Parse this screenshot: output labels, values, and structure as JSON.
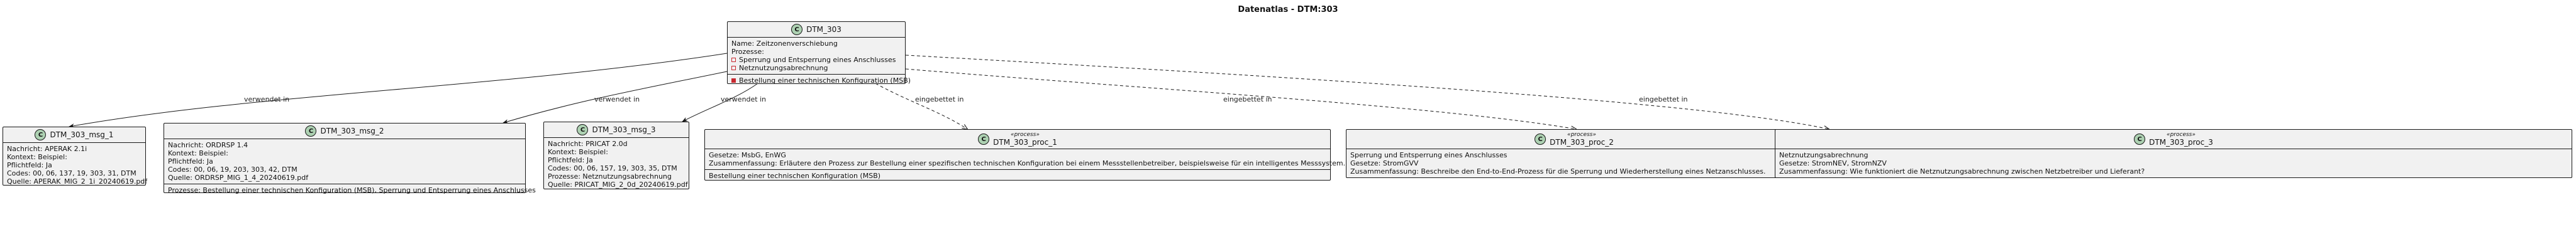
{
  "title": "Datenatlas - DTM:303",
  "main": {
    "name": "DTM_303",
    "attrs": [
      "Name: Zeitzonenverschiebung",
      "Prozesse:"
    ],
    "procs": [
      "Sperrung und Entsperrung eines Anschlusses",
      "Netznutzungsabrechnung"
    ],
    "method": "Bestellung einer technischen Konfiguration (MSB)"
  },
  "msgs": [
    {
      "name": "DTM_303_msg_1",
      "lines": [
        "Nachricht: APERAK 2.1i",
        "Kontext: Beispiel:",
        "Pflichtfeld: Ja",
        "Codes: 00, 06, 137, 19, 303, 31, DTM",
        "Quelle: APERAK_MIG_2_1i_20240619.pdf"
      ],
      "extra": ""
    },
    {
      "name": "DTM_303_msg_2",
      "lines": [
        "Nachricht: ORDRSP 1.4",
        "Kontext: Beispiel:",
        "Pflichtfeld: Ja",
        "Codes: 00, 06, 19, 203, 303, 42, DTM",
        "Quelle: ORDRSP_MIG_1_4_20240619.pdf"
      ],
      "extra": "Prozesse: Bestellung einer technischen Konfiguration (MSB), Sperrung und Entsperrung eines Anschlusses"
    },
    {
      "name": "DTM_303_msg_3",
      "lines": [
        "Nachricht: PRICAT 2.0d",
        "Kontext: Beispiel:",
        "Pflichtfeld: Ja",
        "Codes: 00, 06, 157, 19, 303, 35, DTM",
        "Prozesse: Netznutzungsabrechnung",
        "Quelle: PRICAT_MIG_2_0d_20240619.pdf"
      ],
      "extra": ""
    }
  ],
  "procs": [
    {
      "stereo": "«process»",
      "name": "DTM_303_proc_1",
      "lines": [
        "Gesetze: MsbG, EnWG",
        "Zusammenfassung: Erläutere den Prozess zur Bestellung einer spezifischen technischen Konfiguration bei einem Messstellenbetreiber, beispielsweise für ein intelligentes Messsystem."
      ],
      "extra": "Bestellung einer technischen Konfiguration (MSB)"
    },
    {
      "stereo": "«process»",
      "name": "DTM_303_proc_2",
      "lines": [
        "Sperrung und Entsperrung eines Anschlusses",
        "Gesetze: StromGVV",
        "Zusammenfassung: Beschreibe den End-to-End-Prozess für die Sperrung und Wiederherstellung eines Netzanschlusses."
      ],
      "extra": ""
    },
    {
      "stereo": "«process»",
      "name": "DTM_303_proc_3",
      "lines": [
        "Netznutzungsabrechnung",
        "Gesetze: StromNEV, StromNZV",
        "Zusammenfassung: Wie funktioniert die Netznutzungsabrechnung zwischen Netzbetreiber und Lieferant?"
      ],
      "extra": ""
    }
  ],
  "edges": {
    "used_in": "verwendet in",
    "embedded_in": "eingebettet in"
  }
}
